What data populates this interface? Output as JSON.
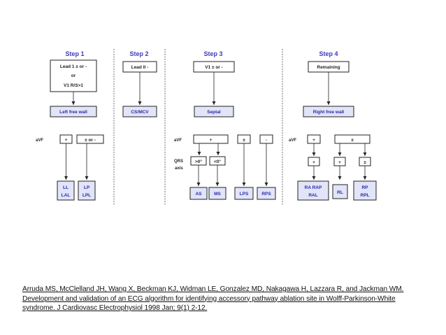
{
  "diagram": {
    "steps": [
      "Step 1",
      "Step 2",
      "Step 3",
      "Step 4"
    ],
    "step1": {
      "criteria_line1": "Lead 1 ± or -",
      "criteria_line2": "or",
      "criteria_line3": "V1 R/S>1",
      "region": "Left free wall",
      "avf_label": "aVF",
      "avf_plus": "+",
      "avf_pm": "± or -",
      "result_plus_line1": "LL",
      "result_plus_line2": "LAL",
      "result_pm_line1": "LP",
      "result_pm_line2": "LPL"
    },
    "step2": {
      "criteria": "Lead II -",
      "region": "CS/MCV"
    },
    "step3": {
      "criteria": "V1 ± or -",
      "region": "Septal",
      "avf_label": "aVF",
      "avf_plus": "+",
      "avf_pm": "±",
      "avf_minus": "-",
      "qrs_axis_line1": "QRS",
      "qrs_axis_line2": "axis",
      "axis_gt": ">0°",
      "axis_lt": "<0°",
      "result_as": "AS",
      "result_ms": "MS",
      "result_lps": "LPS",
      "result_rps": "RPS"
    },
    "step4": {
      "criteria": "Remaining",
      "region": "Right free wall",
      "avf_label": "aVF",
      "avf_plus": "+",
      "avf_pm": "±",
      "sub_plus_1": "+",
      "sub_plus_2": "+",
      "sub_pm": "±",
      "result_1_line1": "RA RAP",
      "result_1_line2": "RAL",
      "result_2": "RL",
      "result_3_line1": "RP",
      "result_3_line2": "RPL"
    }
  },
  "citation": "Arruda MS, McClelland JH, Wang X, Beckman KJ, Widman LE, Gonzalez MD, Nakagawa H, Lazzara R, and Jackman WM. Development and validation of an ECG algorithm for identifying accessory pathway ablation site in Wolff-Parkinson-White syndrome. J Cardiovasc Electrophysiol 1998 Jan; 9(1) 2-12."
}
